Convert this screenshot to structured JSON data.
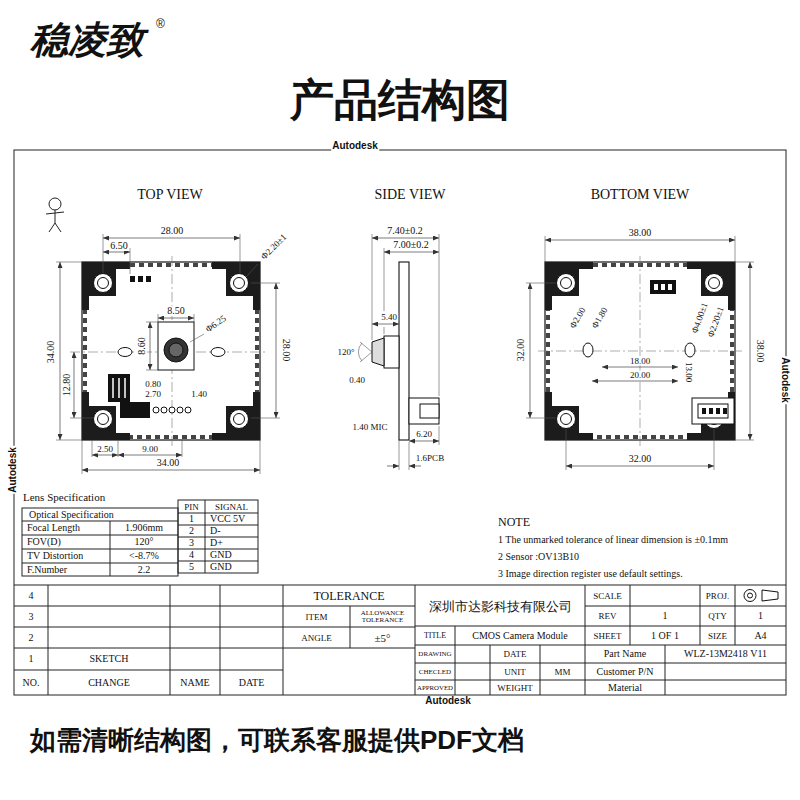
{
  "diagram": {
    "title": "产品结构图",
    "caption": "如需清晰结构图，可联系客服提供PDF文档",
    "labels": [
      "稳凌致",
      "®",
      "Autodesk",
      "Autodesk",
      "Autodesk",
      "Autodesk",
      "TOP VIEW",
      "28.00",
      "6.50",
      "Φ2.20±1",
      "8.50",
      "8.60",
      "Φ6.25",
      "34.00",
      "28.00",
      "12.80",
      "0.80",
      "2.70",
      "1.40",
      "2.50",
      "9.00",
      "34.00",
      "SIDE VIEW",
      "7.40±0.2",
      "7.00±0.2",
      "5.40",
      "120°",
      "0.40",
      "1.40 MIC",
      "6.20",
      "1.6PCB",
      "BOTTOM VIEW",
      "38.00",
      "32.00",
      "38.00",
      "Φ2.00",
      "Φ1.80",
      "Φ4.00±1",
      "Φ2.20±1",
      "18.00",
      "20.00",
      "13.00",
      "32.00",
      "Lens Specification",
      "Optical Specification",
      "Focal Length",
      "1.906mm",
      "FOV(D)",
      "120°",
      "TV Distortion",
      "<-8.7%",
      "F.Number",
      "2.2",
      "PIN",
      "SIGNAL",
      "1",
      "VCC 5V",
      "2",
      "D-",
      "3",
      "D+",
      "4",
      "GND",
      "5",
      "GND",
      "NOTE",
      "1 The unmarked tolerance of linear dimension is ±0.1mm",
      "2 Sensor :OV13B10",
      "3 Image direction register use default settings.",
      "4",
      "3",
      "2",
      "1",
      "SKETCH",
      "NO.",
      "CHANGE",
      "NAME",
      "DATE",
      "TOLERANCE",
      "ITEM",
      "ALLOWANCE TOLERANCE",
      "ANGLE",
      "±5°",
      "深圳市达影科技有限公司",
      "SCALE",
      "PROJ.",
      "REV",
      "1",
      "QTY",
      "1",
      "TITLE",
      "CMOS Camera Module",
      "SHEET",
      "1 OF 1",
      "SIZE",
      "A4",
      "DRAWING",
      "DATE",
      "Part Name",
      "WLZ-13M2418 V11",
      "CHECLED",
      "UNIT",
      "MM",
      "Customer P/N",
      "APPROVED",
      "WEIGHT",
      "Material"
    ]
  }
}
